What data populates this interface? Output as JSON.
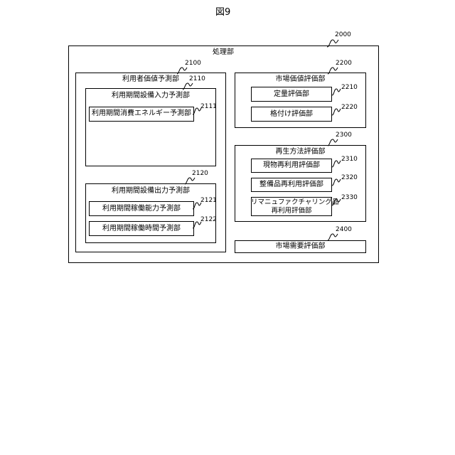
{
  "figure_title": "図9",
  "processing_unit": {
    "label": "処理部",
    "ref": "2000"
  },
  "user_value": {
    "label": "利用者価値予測部",
    "ref": "2100",
    "input": {
      "label": "利用期間設備入力予測部",
      "ref": "2110",
      "energy": {
        "label": "利用期間消費エネルギー予測部",
        "ref": "2111"
      }
    },
    "output": {
      "label": "利用期間設備出力予測部",
      "ref": "2120",
      "capacity": {
        "label": "利用期間稼働能力予測部",
        "ref": "2121"
      },
      "time": {
        "label": "利用期間稼働時間予測部",
        "ref": "2122"
      }
    }
  },
  "market_value": {
    "label": "市場価値評価部",
    "ref": "2200",
    "quant": {
      "label": "定量評価部",
      "ref": "2210"
    },
    "rating": {
      "label": "格付け評価部",
      "ref": "2220"
    }
  },
  "regen": {
    "label": "再生方法評価部",
    "ref": "2300",
    "asis": {
      "label": "現物再利用評価部",
      "ref": "2310"
    },
    "serviced": {
      "label": "整備品再利用評価部",
      "ref": "2320"
    },
    "reman": {
      "label_line1": "リマニュファクチャリング品",
      "label_line2": "再利用評価部",
      "ref": "2330"
    }
  },
  "market_demand": {
    "label": "市場需要評価部",
    "ref": "2400"
  }
}
